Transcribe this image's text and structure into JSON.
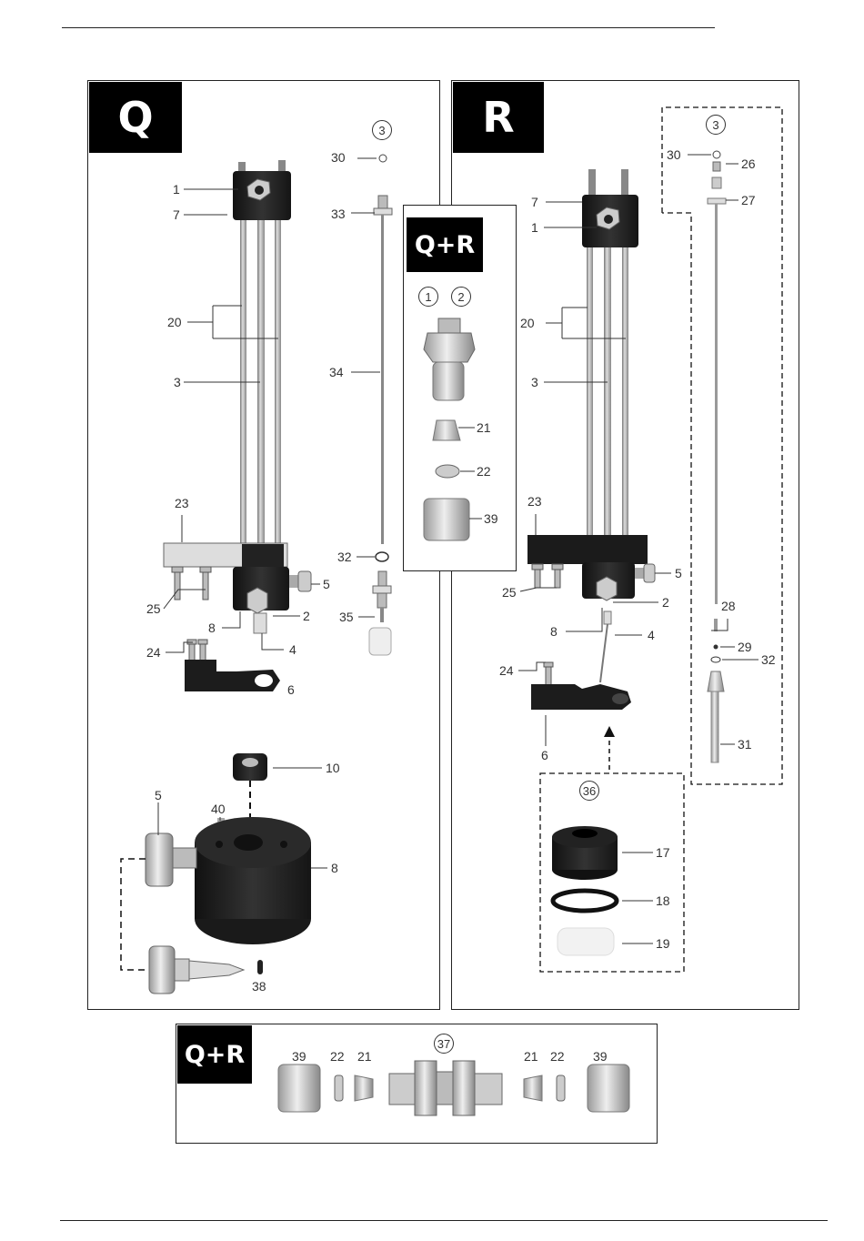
{
  "panels": {
    "q": {
      "tag": "Q"
    },
    "r": {
      "tag": "R"
    },
    "qr_center": {
      "tag": "Q+R"
    },
    "qr_bottom": {
      "tag": "Q+R"
    }
  },
  "q_labels": {
    "c3": "3",
    "n30": "30",
    "n33": "33",
    "n1": "1",
    "n7": "7",
    "n20": "20",
    "n3": "3",
    "n34": "34",
    "n23": "23",
    "n32": "32",
    "n5": "5",
    "n25": "25",
    "n2": "2",
    "n8": "8",
    "n35": "35",
    "n4": "4",
    "n24": "24",
    "n6": "6",
    "n10": "10",
    "n5b": "5",
    "n40": "40",
    "n8b": "8",
    "n38": "38"
  },
  "center_labels": {
    "c1": "1",
    "c2": "2",
    "n21": "21",
    "n22": "22",
    "n39": "39"
  },
  "r_labels": {
    "c3": "3",
    "n30": "30",
    "n26": "26",
    "n27": "27",
    "n7": "7",
    "n1": "1",
    "n20": "20",
    "n3": "3",
    "n23": "23",
    "n5": "5",
    "n25": "25",
    "n2": "2",
    "n8": "8",
    "n4": "4",
    "n28": "28",
    "n29": "29",
    "n32": "32",
    "n24": "24",
    "n6": "6",
    "n31": "31",
    "c36": "36",
    "n17": "17",
    "n18": "18",
    "n19": "19"
  },
  "bottom_labels": {
    "c37": "37",
    "a39": "39",
    "a22": "22",
    "a21": "21",
    "b21": "21",
    "b22": "22",
    "b39": "39"
  }
}
